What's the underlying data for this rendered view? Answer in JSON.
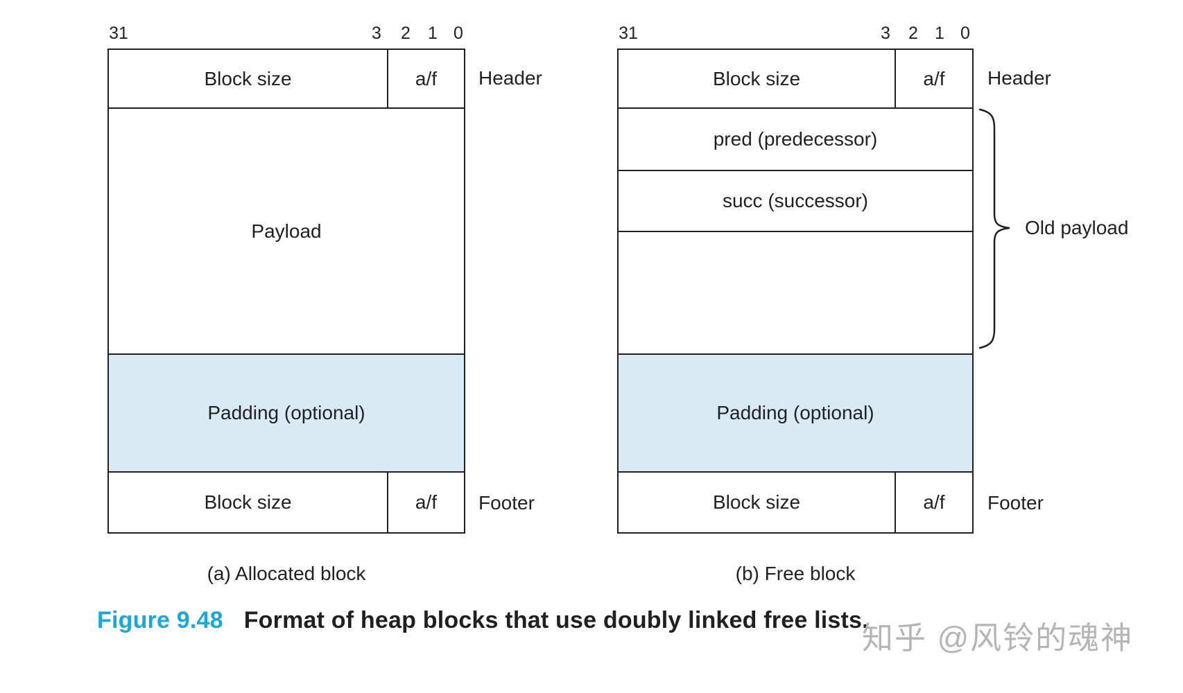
{
  "figure": {
    "number": "Figure 9.48",
    "title": "Format of heap blocks that use doubly linked free lists."
  },
  "watermark": "知乎 @风铃的魂神",
  "colors": {
    "padding_fill": "#d8ebf4",
    "line": "#231f20",
    "figure_number": "#1aa7d9",
    "watermark": "#b5b5b5"
  },
  "allocated_block": {
    "bit_labels": {
      "b31": "31",
      "b3": "3",
      "b2": "2",
      "b1": "1",
      "b0": "0"
    },
    "header": {
      "size": "Block size",
      "flag": "a/f",
      "side_label": "Header"
    },
    "payload": "Payload",
    "padding": "Padding (optional)",
    "footer": {
      "size": "Block size",
      "flag": "a/f",
      "side_label": "Footer"
    },
    "caption": "(a) Allocated block"
  },
  "free_block": {
    "bit_labels": {
      "b31": "31",
      "b3": "3",
      "b2": "2",
      "b1": "1",
      "b0": "0"
    },
    "header": {
      "size": "Block size",
      "flag": "a/f",
      "side_label": "Header"
    },
    "pred": "pred (predecessor)",
    "succ": "succ (successor)",
    "padding": "Padding (optional)",
    "footer": {
      "size": "Block size",
      "flag": "a/f",
      "side_label": "Footer"
    },
    "brace_label": "Old payload",
    "caption": "(b) Free block"
  }
}
